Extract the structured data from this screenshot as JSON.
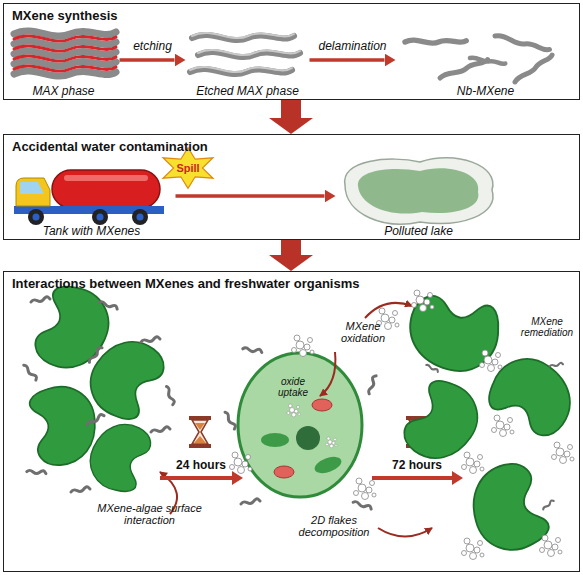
{
  "diagram": {
    "nodes": [
      {
        "text": [
          "MXene synthesis"
        ]
      },
      {
        "text": [
          "MAX phase"
        ],
        "in": 0
      },
      {
        "text": [
          "Etched MAX phase"
        ],
        "in": 0
      },
      {
        "text": [
          "Nb-MXene"
        ],
        "in": 0
      },
      {
        "text": [
          "Accidental water contamination"
        ]
      },
      {
        "text": [
          "Tank with MXenes"
        ],
        "in": 4
      },
      {
        "text": [
          "Polluted lake"
        ],
        "in": 4
      },
      {
        "text": [
          "Interactions between MXenes and freshwater organisms"
        ]
      }
    ],
    "edges": [
      {
        "from": 1,
        "to": 2,
        "label": "etching",
        "arrow": "to"
      },
      {
        "from": 2,
        "to": 3,
        "label": "delamination",
        "arrow": "to"
      },
      {
        "from": 5,
        "to": 6,
        "arrow": "to"
      },
      {
        "from": 0,
        "to": 4,
        "arrow": "to"
      },
      {
        "from": 4,
        "to": 7,
        "arrow": "to"
      }
    ],
    "labels": [
      "Spill",
      "24 hours",
      "72 hours",
      "MXene oxidation",
      "oxide uptake",
      "MXene remediation",
      "MXene-algae surface interaction",
      "2D flakes decomposition"
    ]
  }
}
